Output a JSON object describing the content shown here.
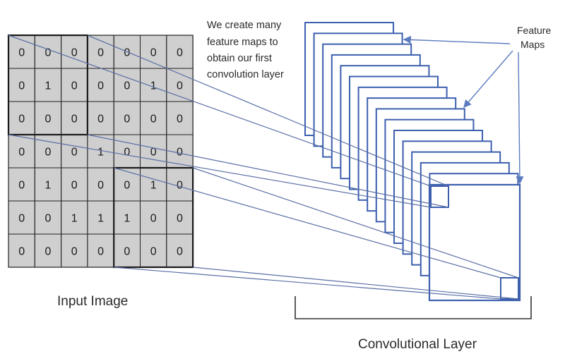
{
  "input_image": {
    "label": "Input Image",
    "grid": [
      [
        "0",
        "0",
        "0",
        "0",
        "0",
        "0",
        "0"
      ],
      [
        "0",
        "1",
        "0",
        "0",
        "0",
        "1",
        "0"
      ],
      [
        "0",
        "0",
        "0",
        "0",
        "0",
        "0",
        "0"
      ],
      [
        "0",
        "0",
        "0",
        "1",
        "0",
        "0",
        "0"
      ],
      [
        "0",
        "1",
        "0",
        "0",
        "0",
        "1",
        "0"
      ],
      [
        "0",
        "0",
        "1",
        "1",
        "1",
        "0",
        "0"
      ],
      [
        "0",
        "0",
        "0",
        "0",
        "0",
        "0",
        "0"
      ]
    ]
  },
  "annotation": {
    "lines": [
      "We create many",
      "feature maps to",
      "obtain our first",
      "convolution layer"
    ]
  },
  "feature_maps_label": {
    "lines": [
      "Feature",
      "Maps"
    ]
  },
  "conv_layer_label": "Convolutional Layer",
  "colors": {
    "cell_fill": "#cfcfcf",
    "grid_line": "#222222",
    "map_stroke": "#3c5fae",
    "connector": "#5a6fa6",
    "arrow": "#5b7bbf",
    "bracket": "#333333"
  }
}
